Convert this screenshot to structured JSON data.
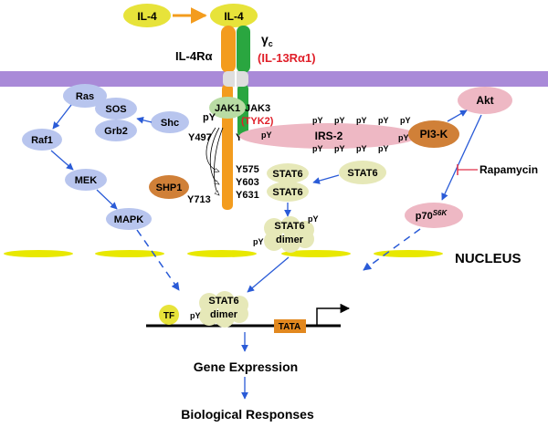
{
  "colors": {
    "membrane": "#a98ad8",
    "receptor_orange": "#f39c1e",
    "receptor_green": "#2aa640",
    "il4_yellow": "#e7e33a",
    "ras_blue": "#b8c5ee",
    "stat_pale": "#e6e8b8",
    "irs_pink": "#eeb8c4",
    "brown": "#d08038",
    "jak_green": "#b9dca4",
    "tata_orange": "#e2881f",
    "arrow_blue": "#2a5bd7",
    "inhibit_red": "#e0304a",
    "text_red": "#e0202a"
  },
  "ligand": {
    "label": "IL-4",
    "bound_label": "IL-4"
  },
  "receptor": {
    "alpha_label": "IL-4Rα",
    "gamma_symbol": "γ",
    "gamma_subscript": "c",
    "gamma_alt": "(IL-13Rα1)"
  },
  "jak": {
    "jak1": "JAK1",
    "jak3": "JAK3",
    "tyk2": "(TYK2)"
  },
  "residues": {
    "py": "pY",
    "y497_left": "Y497",
    "y497_right": "Y497",
    "y575": "Y575",
    "y603": "Y603",
    "y631": "Y631",
    "y713": "Y713"
  },
  "ras_pathway": {
    "ras": "Ras",
    "sos": "SOS",
    "grb2": "Grb2",
    "shc": "Shc",
    "raf1": "Raf1",
    "mek": "MEK",
    "mapk": "MAPK"
  },
  "shp1": "SHP1",
  "irs": {
    "label": "IRS-2",
    "py": "pY"
  },
  "pi3k": "PI3-K",
  "akt": "Akt",
  "rapamycin": "Rapamycin",
  "p70": {
    "main": "p70",
    "sup": "S6K"
  },
  "stat6": {
    "bound_1": "STAT6",
    "bound_2": "STAT6",
    "free": "STAT6",
    "py": "pY",
    "dimer_stat": "STAT6",
    "dimer_label": "dimer"
  },
  "nucleus": "NUCLEUS",
  "promoter": {
    "tf": "TF",
    "stat": "STAT6",
    "dimer": "dimer",
    "py": "pY",
    "tata": "TATA"
  },
  "outcomes": {
    "gene_expression": "Gene Expression",
    "biological_responses": "Biological Responses"
  }
}
